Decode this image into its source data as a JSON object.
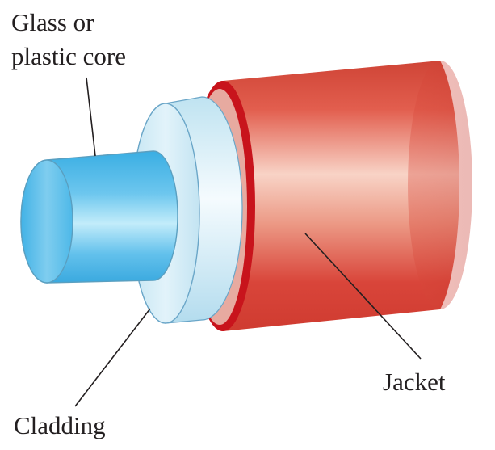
{
  "labels": {
    "core_line1": "Glass or",
    "core_line2": "plastic core",
    "cladding": "Cladding",
    "jacket": "Jacket"
  },
  "colors": {
    "core": "#4db8e8",
    "core_highlight": "#b8e8f8",
    "core_edge": "#5a9fc0",
    "cladding": "#c8e8f4",
    "cladding_highlight": "#f4fbfe",
    "jacket": "#d9453a",
    "jacket_highlight": "#f8d4c8",
    "jacket_rim": "#c8141c",
    "leader_line": "#231f20"
  }
}
